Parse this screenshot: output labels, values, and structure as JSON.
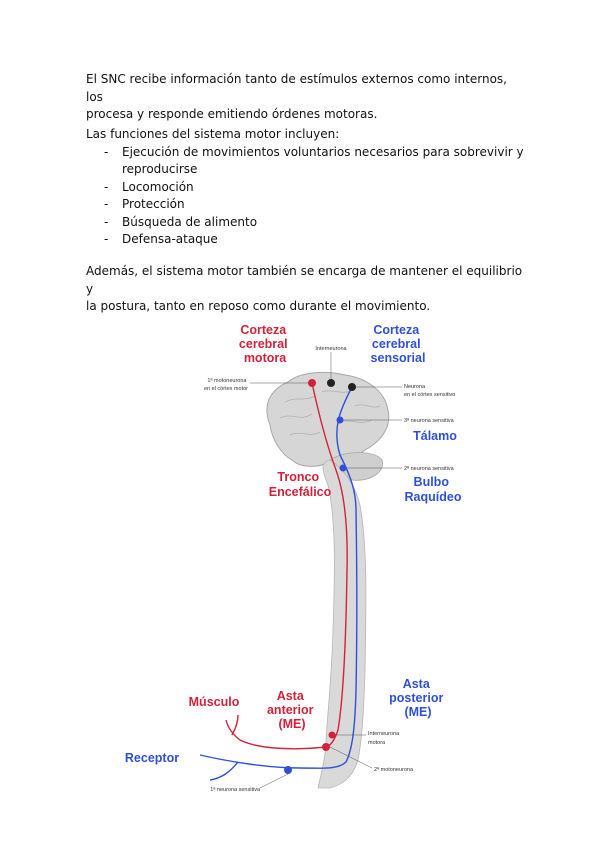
{
  "intro": {
    "line1": "El SNC recibe información tanto de estímulos externos como internos, los",
    "line2": "procesa y responde emitiendo órdenes motoras."
  },
  "functions": {
    "heading": "Las funciones del sistema motor incluyen:",
    "items": [
      {
        "line1": "Ejecución de movimientos voluntarios necesarios para sobrevivir y",
        "line2": "reproducirse"
      },
      {
        "line1": "Locomoción"
      },
      {
        "line1": "Protección"
      },
      {
        "line1": "Búsqueda de alimento"
      },
      {
        "line1": "Defensa-ataque"
      }
    ]
  },
  "closing": {
    "line1": "Además, el sistema motor también se encarga de mantener el equilibrio y",
    "line2": "la postura, tanto en reposo como durante el movimiento."
  },
  "diagram": {
    "colors": {
      "motor": "#d4213a",
      "sensory": "#2f4fd8",
      "tissue": "#d9d9d9"
    },
    "labels": {
      "corteza_motora": [
        "Corteza",
        "cerebral",
        "motora"
      ],
      "corteza_sensorial": [
        "Corteza",
        "cerebral",
        "sensorial"
      ],
      "talamo": "Tálamo",
      "tronco": [
        "Tronco",
        "Encefálico"
      ],
      "bulbo": [
        "Bulbo",
        "Raquídeo"
      ],
      "musculo": "Músculo",
      "asta_anterior": [
        "Asta",
        "anterior",
        "(ME)"
      ],
      "asta_posterior": [
        "Asta",
        "posterior",
        "(ME)"
      ],
      "receptor": "Receptor"
    },
    "small_labels": {
      "interneurona_top": "Interneurona",
      "motoneurona_1": [
        "1ª motoneurona",
        "en el córtex motor"
      ],
      "neurona_cortex": [
        "Neurona",
        "en el córtex sensitivo"
      ],
      "neurona_3": "3ª neurona sensitiva",
      "neurona_2": "2ª neurona sensitiva",
      "interneurona_bottom": [
        "Interneurona",
        "motora"
      ],
      "motoneurona_2": "2ª motoneurona",
      "neurona_1": "1ª neurona sensitiva"
    }
  }
}
